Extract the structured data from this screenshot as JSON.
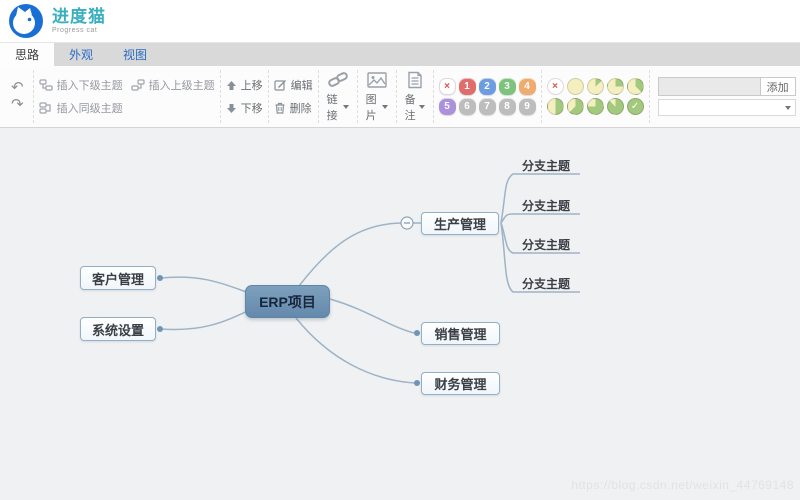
{
  "header": {
    "brand": "进度猫",
    "tagline": "Progress cat"
  },
  "tabs": [
    {
      "label": "思路",
      "active": true
    },
    {
      "label": "外观",
      "active": false
    },
    {
      "label": "视图",
      "active": false
    }
  ],
  "toolbar": {
    "insert_child": "插入下级主题",
    "insert_parent": "插入上级主题",
    "insert_sibling": "插入同级主题",
    "move_up": "上移",
    "move_down": "下移",
    "edit": "编辑",
    "delete": "删除",
    "link": "链接",
    "image": "图片",
    "note": "备注",
    "priority_clear": "×",
    "priorities": [
      "1",
      "2",
      "3",
      "4",
      "5",
      "6",
      "7",
      "8",
      "9"
    ],
    "priority_colors": [
      "#e06c6c",
      "#6b9de0",
      "#7cc47c",
      "#f0ab6e",
      "#ab90dc",
      "#bdbdbd",
      "#bdbdbd",
      "#bdbdbd",
      "#bdbdbd"
    ],
    "progress_clear": "×",
    "progress_levels": [
      0,
      12.5,
      25,
      37.5,
      50,
      62.5,
      75,
      87.5,
      100
    ],
    "progress_done_icon": "✓",
    "add_label": "添加"
  },
  "mindmap": {
    "root": {
      "label": "ERP项目"
    },
    "nodes": [
      {
        "label": "客户管理"
      },
      {
        "label": "系统设置"
      },
      {
        "label": "生产管理"
      },
      {
        "label": "销售管理"
      },
      {
        "label": "财务管理"
      }
    ],
    "branches": [
      "分支主题",
      "分支主题",
      "分支主题",
      "分支主题"
    ]
  },
  "watermark": "https://blog.csdn.net/weixin_44769148",
  "colors": {
    "brand_teal": "#3aafc0",
    "tab_blue": "#2a6cc4",
    "root_fill": "#6e93b4",
    "curve": "#9db3c7",
    "progress_green": "#a3c97e",
    "progress_yellow": "#f5efc0"
  }
}
